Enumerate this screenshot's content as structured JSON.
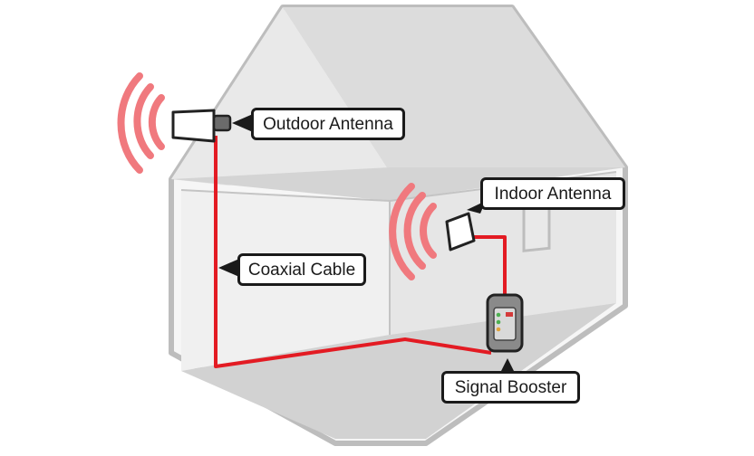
{
  "labels": {
    "outdoor_antenna": "Outdoor Antenna",
    "indoor_antenna": "Indoor Antenna",
    "coaxial_cable": "Coaxial Cable",
    "signal_booster": "Signal Booster"
  },
  "colors": {
    "cable": "#e31b23",
    "signal_wave": "#f0797e",
    "house_outline": "#b9b9b9",
    "house_wall": "#ededed",
    "house_floor": "#cfcfcf",
    "label_border": "#1a1a1a"
  }
}
